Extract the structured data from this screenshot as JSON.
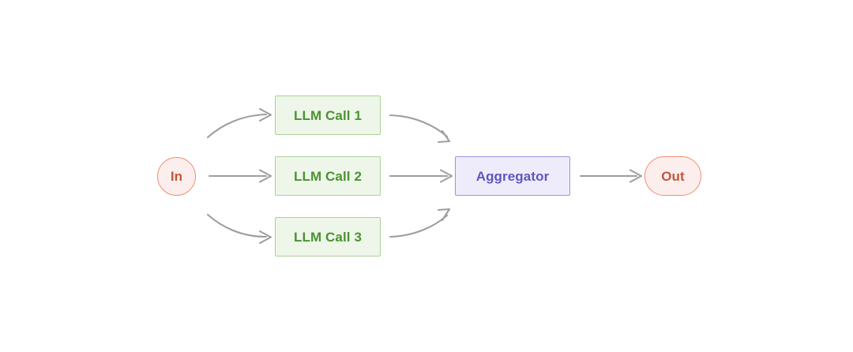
{
  "diagram": {
    "type": "flowchart",
    "orientation": "left-to-right",
    "background_color": "#ffffff",
    "nodes": [
      {
        "id": "in",
        "label": "In",
        "shape": "circle",
        "fill_color": "#fdeeee",
        "border_color": "#ef8e72",
        "text_color": "#c2553a"
      },
      {
        "id": "llm-call-1",
        "label": "LLM Call 1",
        "shape": "rectangle",
        "fill_color": "#eef6e9",
        "border_color": "#a9d295",
        "text_color": "#4a9330"
      },
      {
        "id": "llm-call-2",
        "label": "LLM Call 2",
        "shape": "rectangle",
        "fill_color": "#eef6e9",
        "border_color": "#a9d295",
        "text_color": "#4a9330"
      },
      {
        "id": "llm-call-3",
        "label": "LLM Call 3",
        "shape": "rectangle",
        "fill_color": "#eef6e9",
        "border_color": "#a9d295",
        "text_color": "#4a9330"
      },
      {
        "id": "aggregator",
        "label": "Aggregator",
        "shape": "rectangle",
        "fill_color": "#eeecfa",
        "border_color": "#9b93dd",
        "text_color": "#5f55c1"
      },
      {
        "id": "out",
        "label": "Out",
        "shape": "rounded-pill",
        "fill_color": "#fdeeee",
        "border_color": "#ef8e72",
        "text_color": "#c2553a"
      }
    ],
    "edges": [
      {
        "id": "in-to-llm-1",
        "from": "in",
        "to": "llm-call-1",
        "style": "curved",
        "color": "#9e9e9e"
      },
      {
        "id": "in-to-llm-2",
        "from": "in",
        "to": "llm-call-2",
        "style": "straight",
        "color": "#9e9e9e"
      },
      {
        "id": "in-to-llm-3",
        "from": "in",
        "to": "llm-call-3",
        "style": "curved",
        "color": "#9e9e9e"
      },
      {
        "id": "llm-1-to-aggregator",
        "from": "llm-call-1",
        "to": "aggregator",
        "style": "curved",
        "color": "#9e9e9e"
      },
      {
        "id": "llm-2-to-aggregator",
        "from": "llm-call-2",
        "to": "aggregator",
        "style": "straight",
        "color": "#9e9e9e"
      },
      {
        "id": "llm-3-to-aggregator",
        "from": "llm-call-3",
        "to": "aggregator",
        "style": "curved",
        "color": "#9e9e9e"
      },
      {
        "id": "aggregator-to-out",
        "from": "aggregator",
        "to": "out",
        "style": "straight",
        "color": "#9e9e9e"
      }
    ]
  }
}
